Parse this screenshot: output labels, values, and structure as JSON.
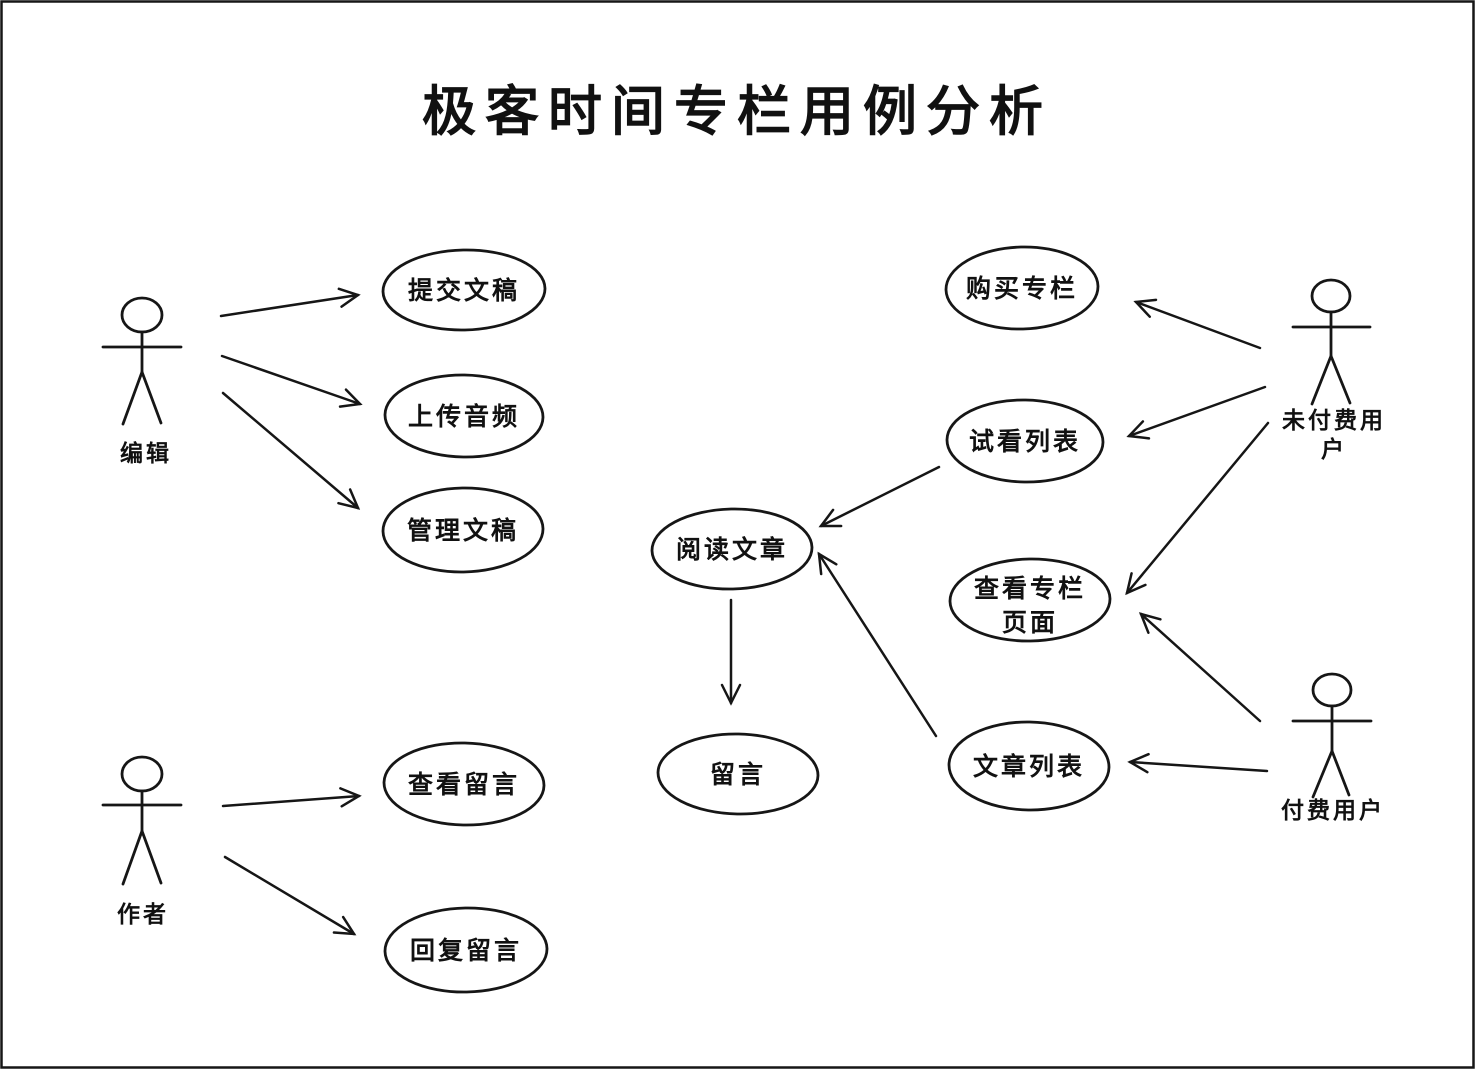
{
  "title": "极客时间专栏用例分析",
  "colors": {
    "stroke": "#161616",
    "background": "#ffffff"
  },
  "actors": {
    "editor": {
      "label": "编辑"
    },
    "author": {
      "label": "作者"
    },
    "unpaid_user": {
      "label_line1": "未付费用",
      "label_line2": "户"
    },
    "paid_user": {
      "label": "付费用户"
    }
  },
  "usecases": {
    "submit_manuscript": {
      "label": "提交文稿"
    },
    "upload_audio": {
      "label": "上传音频"
    },
    "manage_manuscript": {
      "label": "管理文稿"
    },
    "view_comments": {
      "label": "查看留言"
    },
    "reply_comments": {
      "label": "回复留言"
    },
    "buy_column": {
      "label": "购买专栏"
    },
    "trial_list": {
      "label": "试看列表"
    },
    "read_article": {
      "label": "阅读文章"
    },
    "comment": {
      "label": "留言"
    },
    "view_column_page": {
      "label_line1": "查看专栏",
      "label_line2": "页面"
    },
    "article_list": {
      "label": "文章列表"
    }
  },
  "relations": [
    {
      "from": "编辑",
      "to": "提交文稿"
    },
    {
      "from": "编辑",
      "to": "上传音频"
    },
    {
      "from": "编辑",
      "to": "管理文稿"
    },
    {
      "from": "作者",
      "to": "查看留言"
    },
    {
      "from": "作者",
      "to": "回复留言"
    },
    {
      "from": "未付费用户",
      "to": "购买专栏"
    },
    {
      "from": "未付费用户",
      "to": "试看列表"
    },
    {
      "from": "未付费用户",
      "to": "查看专栏页面"
    },
    {
      "from": "付费用户",
      "to": "查看专栏页面"
    },
    {
      "from": "付费用户",
      "to": "文章列表"
    },
    {
      "from": "试看列表",
      "to": "阅读文章"
    },
    {
      "from": "文章列表",
      "to": "阅读文章"
    },
    {
      "from": "阅读文章",
      "to": "留言"
    }
  ]
}
